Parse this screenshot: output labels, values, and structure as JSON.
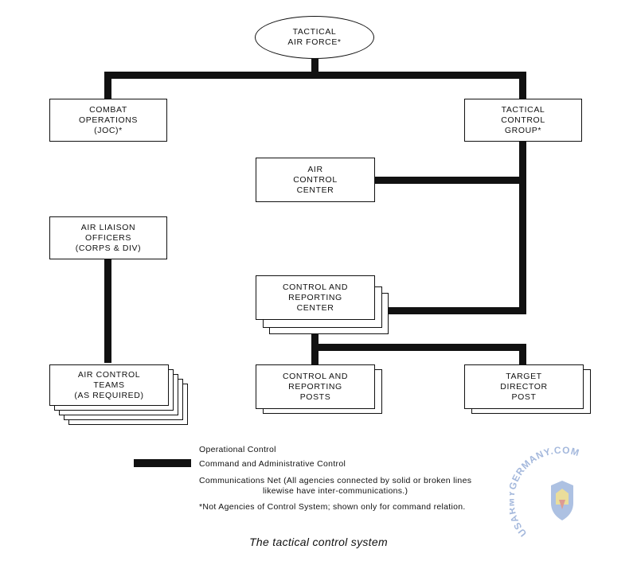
{
  "nodes": {
    "tactical_air_force": "TACTICAL\nAIR FORCE*",
    "combat_operations": "COMBAT\nOPERATIONS\n(JOC)*",
    "tactical_control_group": "TACTICAL\nCONTROL\nGROUP*",
    "air_control_center": "AIR\nCONTROL\nCENTER",
    "air_liaison_officers": "AIR LIAISON\nOFFICERS\n(CORPS & DIV)",
    "control_reporting_center": "CONTROL AND\nREPORTING\nCENTER",
    "air_control_teams": "AIR CONTROL\nTEAMS\n(AS REQUIRED)",
    "control_reporting_posts": "CONTROL AND\nREPORTING\nPOSTS",
    "target_director_post": "TARGET\nDIRECTOR\nPOST"
  },
  "legend": {
    "operational_control": "Operational Control",
    "command_admin_control": "Command and Administrative Control",
    "communications_net": "Communications Net (All agencies connected by solid or broken lines\nlikewise have inter-communications.)",
    "note": "*Not Agencies of Control System; shown only for command relation."
  },
  "caption": "The tactical control system",
  "watermark": "USARMYGERMANY.COM",
  "colors": {
    "line": "#111111",
    "background": "#ffffff",
    "watermark": "#5a7fc0"
  }
}
